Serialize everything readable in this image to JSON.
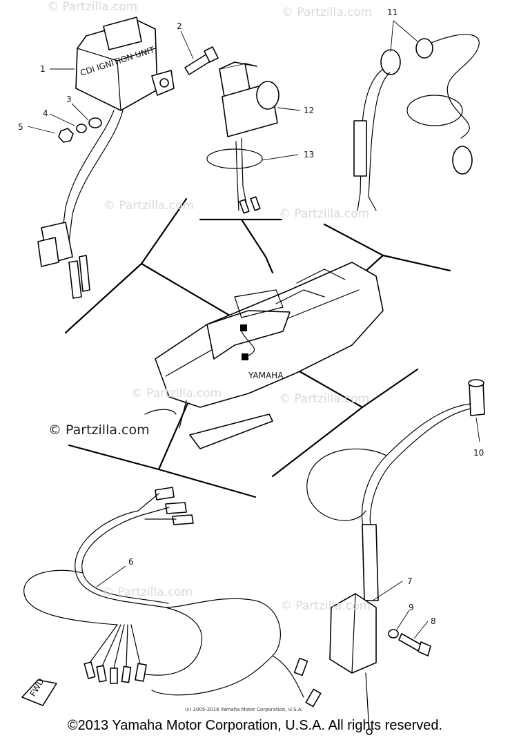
{
  "watermarks": {
    "small": "© Partzilla.com",
    "main": "© Partzilla.com"
  },
  "part_labels": [
    "1",
    "2",
    "3",
    "4",
    "5",
    "6",
    "7",
    "8",
    "9",
    "10",
    "11",
    "12",
    "13"
  ],
  "labels": {
    "ignition_unit_text": "CDI IGNITION UNIT",
    "sled_brand_text": "YAMAHA",
    "fwd_text": "FWD"
  },
  "fine_print": "(c) 2005-2016 Yamaha Motor Corporation, U.S.A.",
  "copyright": "©2013 Yamaha Motor Corporation, U.S.A. All rights reserved."
}
